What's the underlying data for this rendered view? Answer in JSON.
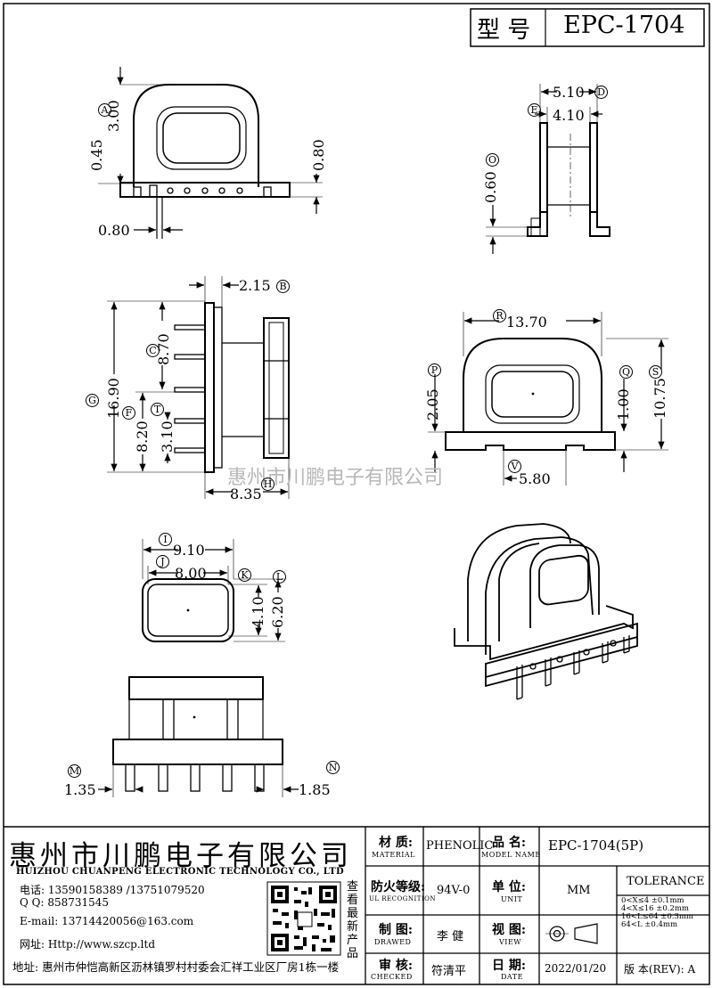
{
  "header": {
    "model_label": "型 号",
    "model_value": "EPC-1704"
  },
  "watermark": "惠州市川鹏电子有限公司",
  "dims": {
    "A": "3.00",
    "B": "2.15",
    "C": "8.70",
    "D": "5.10",
    "E": "4.10",
    "F": "8.20",
    "G": "16.90",
    "H": "8.35",
    "I": "9.10",
    "J": "8.00",
    "K": "4.10",
    "L": "6.20",
    "M": "1.35",
    "N": "1.85",
    "O": "0.60",
    "P": "2.05",
    "Q": "1.00",
    "R": "13.70",
    "S": "10.75",
    "T": "3.10",
    "V": "5.80",
    "top_045": "0.45",
    "top_080_right": "0.80",
    "top_080_bottom": "0.80",
    "letters": [
      "A",
      "B",
      "C",
      "D",
      "E",
      "F",
      "G",
      "H",
      "I",
      "J",
      "K",
      "L",
      "M",
      "N",
      "O",
      "P",
      "Q",
      "R",
      "S",
      "T",
      "V"
    ]
  },
  "company": {
    "name_cn": "惠州市川鹏电子有限公司",
    "name_en": "HUIZHOU CHUANPENG ELECTRONIC TECHNOLOGY CO., LTD",
    "phone": "电话: 13590158389 /13751079520",
    "qq": "Q Q:  858731545",
    "email": "E-mail: 13714420056@163.com",
    "web": "网址: Http://www.szcp.ltd",
    "address": "地址: 惠州市仲恺高新区沥林镇罗村村委会汇祥工业区厂房1栋一楼",
    "qr_note": "查看最新产品"
  },
  "titleblock": {
    "material_cn": "材 质:",
    "material_en": "MATERIAL",
    "material_value": "PHENOLIC",
    "model_cn": "品 名:",
    "model_en": "MODEL NAME",
    "model_value": "EPC-1704(5P)",
    "ul_cn": "防火等级:",
    "ul_en": "UL RECOGNITION",
    "ul_value": "94V-0",
    "unit_cn": "单 位:",
    "unit_en": "UNIT",
    "unit_value": "MM",
    "tolerance": "TOLERANCE",
    "drawn_cn": "制 图:",
    "drawn_en": "DRAWED",
    "drawn_value": "李 健",
    "view_cn": "视 图:",
    "view_en": "VIEW",
    "checked_cn": "审 核:",
    "checked_en": "CHECKED",
    "checked_value": "符清平",
    "date_cn": "日 期:",
    "date_en": "DATE",
    "date_value": "2022/01/20",
    "rev_label": "版 本(REV): A",
    "tol_rows": [
      "0<X≤4   ±0.1mm",
      "4<X≤16  ±0.2mm",
      "16<L≤64 ±0.3mm",
      "64<L    ±0.4mm"
    ]
  }
}
